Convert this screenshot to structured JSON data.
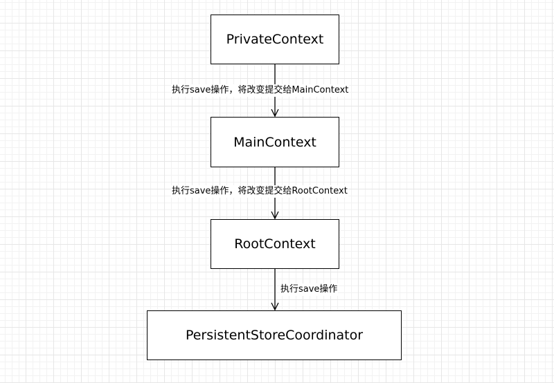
{
  "nodes": {
    "private_context": "PrivateContext",
    "main_context": "MainContext",
    "root_context": "RootContext",
    "persistent_store_coordinator": "PersistentStoreCoordinator"
  },
  "edges": {
    "private_to_main": "执行save操作，将改变提交给MainContext",
    "main_to_root": "执行save操作，将改变提交给RootContext",
    "root_to_coordinator": "执行save操作"
  },
  "colors": {
    "stroke": "#000000",
    "box_fill": "#ffffff",
    "grid": "#e6e6e6"
  }
}
